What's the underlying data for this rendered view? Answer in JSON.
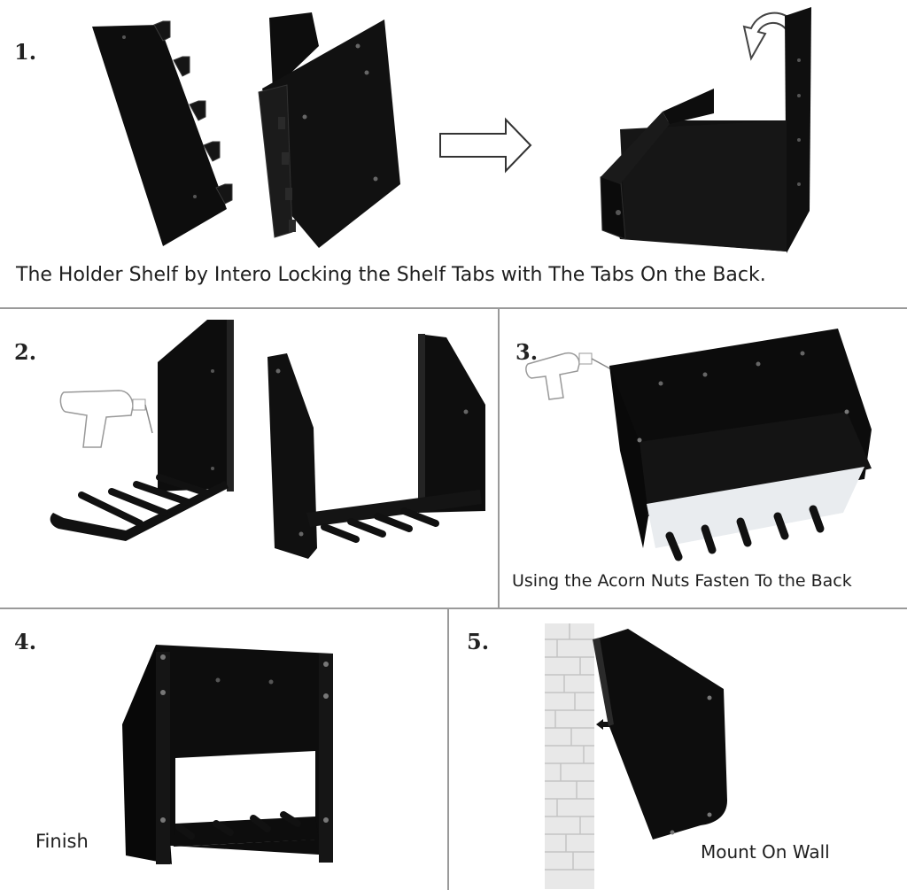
{
  "steps": [
    {
      "number": "1.",
      "caption": "The Holder Shelf by Intero Locking the Shelf Tabs with The Tabs On the Back."
    },
    {
      "number": "2.",
      "caption": ""
    },
    {
      "number": "3.",
      "caption": "Using the Acorn Nuts Fasten To the Back"
    },
    {
      "number": "4.",
      "caption": "Finish"
    },
    {
      "number": "5.",
      "caption": "Mount On Wall"
    }
  ],
  "colors": {
    "metal": "#0d0d0d",
    "metal_edge": "#2b2b2b",
    "divider": "#9a9a9a",
    "brick": "#e8e8e8"
  },
  "icons": [
    "arrow-right-icon",
    "rotate-arrow-icon",
    "drill-icon",
    "small-arrow-icon"
  ]
}
